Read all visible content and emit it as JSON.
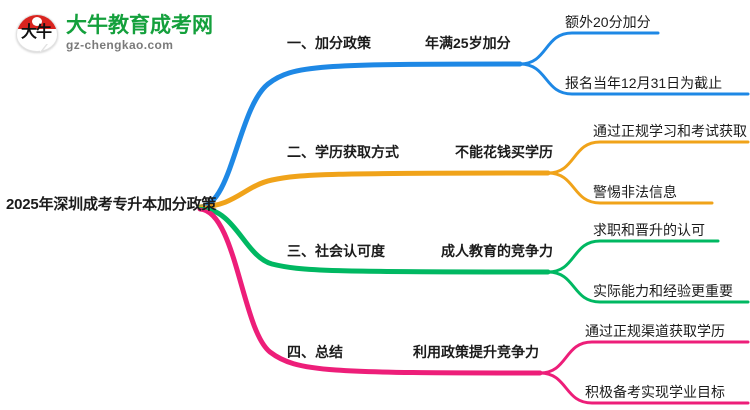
{
  "logo": {
    "mark_glyph": "大牛",
    "mark_name": "daniu-speech-bubble-logo",
    "title": "大牛教育成考网",
    "domain": "gz-chengkao.com",
    "title_color": "#14a03c",
    "cap_color": "#d9241f"
  },
  "mindmap": {
    "root": "2025年深圳成考专升本加分政策",
    "branches": [
      {
        "index": "一",
        "title": "一、加分政策",
        "subtitle": "年满25岁加分",
        "color": "#1e88e5",
        "leaves": [
          "额外20分加分",
          "报名当年12月31日为截止"
        ]
      },
      {
        "index": "二",
        "title": "二、学历获取方式",
        "subtitle": "不能花钱买学历",
        "color": "#f0a31a",
        "leaves": [
          "通过正规学习和考试获取",
          "警惕非法信息"
        ]
      },
      {
        "index": "三",
        "title": "三、社会认可度",
        "subtitle": "成人教育的竞争力",
        "color": "#00b862",
        "leaves": [
          "求职和晋升的认可",
          "实际能力和经验更重要"
        ]
      },
      {
        "index": "四",
        "title": "四、总结",
        "subtitle": "利用政策提升竞争力",
        "color": "#ed1e79",
        "leaves": [
          "通过正规渠道获取学历",
          "积极备考实现学业目标"
        ]
      }
    ]
  }
}
